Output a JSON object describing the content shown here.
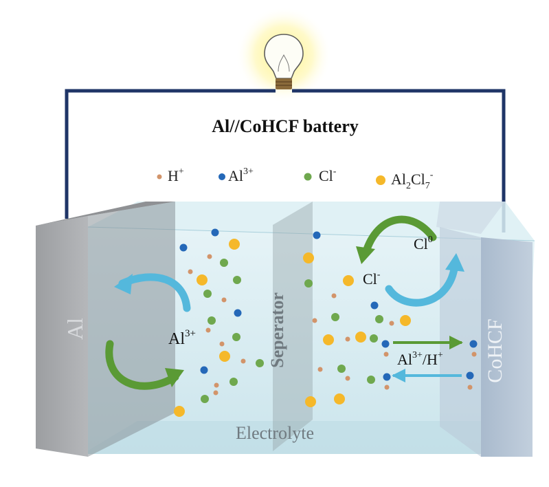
{
  "title": "Al//CoHCF battery",
  "legend": [
    {
      "id": "h",
      "label": "H",
      "sup": "+",
      "color": "#d2946a"
    },
    {
      "id": "al",
      "label": "Al",
      "sup": "3+",
      "color": "#2468b8"
    },
    {
      "id": "cl",
      "label": "Cl",
      "sup": "-",
      "color": "#6fa84e"
    },
    {
      "id": "alcl",
      "label": "Al",
      "sub1": "2",
      "mid": "Cl",
      "sub2": "7",
      "sup": "-",
      "color": "#f5b82a"
    }
  ],
  "labels": {
    "anode": "Al",
    "cathode": "CoHCF",
    "separator": "Seperator",
    "electrolyte": "Electrolyte",
    "anode_ion": {
      "base": "Al",
      "sup": "3+"
    },
    "cl_zero": {
      "base": "Cl",
      "sup": "0"
    },
    "cl_minus": {
      "base": "Cl",
      "sup": "-"
    },
    "intercalation": {
      "a": "Al",
      "sup": "3+",
      "b": "/H",
      "sup2": "+"
    }
  },
  "colors": {
    "wire": "#1f3567",
    "al_ion": "#2468b8",
    "h_ion": "#d2946a",
    "cl_ion": "#6fa84e",
    "alcl_ion": "#f5b82a",
    "arrow_green": "#5a9a35",
    "arrow_blue": "#54b8dc",
    "anode_plate": "#a3a5a8",
    "cathode_plate": "#b3c3d6",
    "electrolyte": "#cfe8ef"
  },
  "icons": [
    "light-bulb-icon"
  ]
}
